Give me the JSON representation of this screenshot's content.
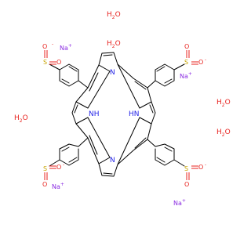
{
  "diagram": {
    "type": "skeletal-formula",
    "colors": {
      "bond": "#000000",
      "oxygen": "#e8231f",
      "nitrogen": "#2323e8",
      "sulfur": "#c8a400",
      "sodium": "#8a2be2",
      "background": "#ffffff"
    },
    "nitrogen_labels": {
      "pyrrole_nh_left": "NH",
      "pyrrole_nh_right": "HN",
      "imine_top": "N",
      "imine_bottom": "N"
    },
    "sulfonate_groups": [
      {
        "sulfur": "S",
        "oxygen": "O",
        "anion_oxygen": "O",
        "charge": "-"
      },
      {
        "sulfur": "S",
        "oxygen": "O",
        "anion_oxygen": "O",
        "charge": "-"
      },
      {
        "sulfur": "S",
        "oxygen": "O",
        "anion_oxygen": "O",
        "charge": "-"
      },
      {
        "sulfur": "S",
        "oxygen": "O",
        "anion_oxygen": "O",
        "charge": "-"
      }
    ],
    "counter_ions": [
      {
        "symbol": "Na",
        "charge": "+"
      },
      {
        "symbol": "Na",
        "charge": "+"
      },
      {
        "symbol": "Na",
        "charge": "+"
      },
      {
        "symbol": "Na",
        "charge": "+"
      }
    ],
    "waters": [
      {
        "h": "H",
        "sub": "2",
        "o": "O"
      },
      {
        "h": "H",
        "sub": "2",
        "o": "O"
      },
      {
        "h": "H",
        "sub": "2",
        "o": "O"
      },
      {
        "h": "H",
        "sub": "2",
        "o": "O"
      },
      {
        "h": "H",
        "sub": "2",
        "o": "O"
      }
    ]
  }
}
